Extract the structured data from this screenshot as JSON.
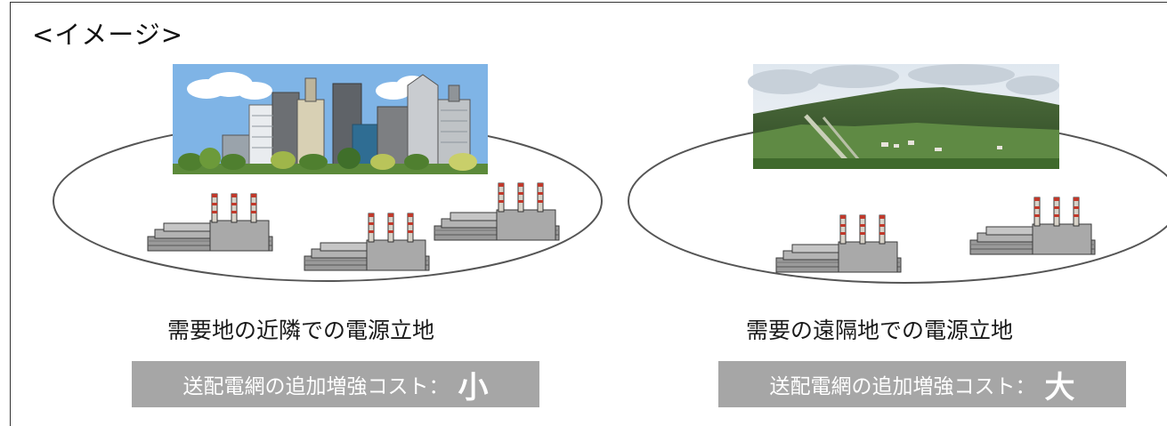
{
  "heading": "<イメージ>",
  "left_panel": {
    "caption": "需要地の近隣での電源立地",
    "cost_label": "送配電網の追加増強コスト：",
    "cost_size": "小"
  },
  "right_panel": {
    "caption": "需要の遠隔地での電源立地",
    "cost_label": "送配電網の追加増強コスト：",
    "cost_size": "大"
  },
  "icons": {
    "left_image": "city-skyline-icon",
    "right_image": "mountain-landscape-icon",
    "plant": "power-plant-icon"
  },
  "colors": {
    "badge_bg": "#a6a6a6",
    "sky": "#7fb4e6",
    "ellipse_stroke": "#555555"
  }
}
